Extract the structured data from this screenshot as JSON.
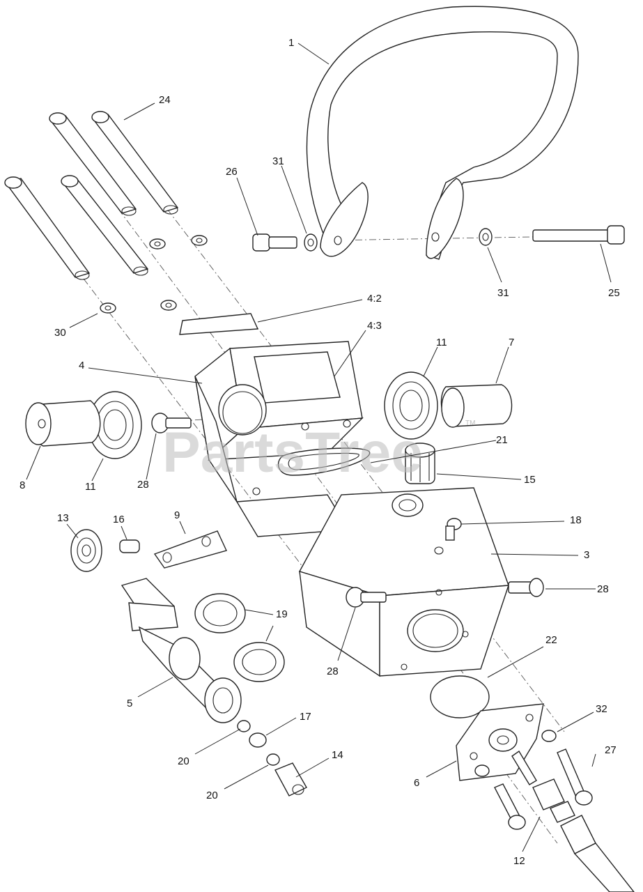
{
  "watermark": {
    "text": "PartsTree",
    "trademark": "TM"
  },
  "callouts": [
    {
      "id": "1",
      "text": "1"
    },
    {
      "id": "24",
      "text": "24"
    },
    {
      "id": "26",
      "text": "26"
    },
    {
      "id": "31a",
      "text": "31"
    },
    {
      "id": "31b",
      "text": "31"
    },
    {
      "id": "25",
      "text": "25"
    },
    {
      "id": "30",
      "text": "30"
    },
    {
      "id": "4-2",
      "text": "4:2"
    },
    {
      "id": "4-3",
      "text": "4:3"
    },
    {
      "id": "4",
      "text": "4"
    },
    {
      "id": "11a",
      "text": "11"
    },
    {
      "id": "7",
      "text": "7"
    },
    {
      "id": "8",
      "text": "8"
    },
    {
      "id": "11b",
      "text": "11"
    },
    {
      "id": "28a",
      "text": "28"
    },
    {
      "id": "21",
      "text": "21"
    },
    {
      "id": "15",
      "text": "15"
    },
    {
      "id": "13",
      "text": "13"
    },
    {
      "id": "16",
      "text": "16"
    },
    {
      "id": "9",
      "text": "9"
    },
    {
      "id": "18",
      "text": "18"
    },
    {
      "id": "3",
      "text": "3"
    },
    {
      "id": "28b",
      "text": "28"
    },
    {
      "id": "19",
      "text": "19"
    },
    {
      "id": "28c",
      "text": "28"
    },
    {
      "id": "22",
      "text": "22"
    },
    {
      "id": "5",
      "text": "5"
    },
    {
      "id": "17",
      "text": "17"
    },
    {
      "id": "32",
      "text": "32"
    },
    {
      "id": "27",
      "text": "27"
    },
    {
      "id": "20a",
      "text": "20"
    },
    {
      "id": "14",
      "text": "14"
    },
    {
      "id": "6",
      "text": "6"
    },
    {
      "id": "20b",
      "text": "20"
    },
    {
      "id": "12",
      "text": "12"
    }
  ]
}
